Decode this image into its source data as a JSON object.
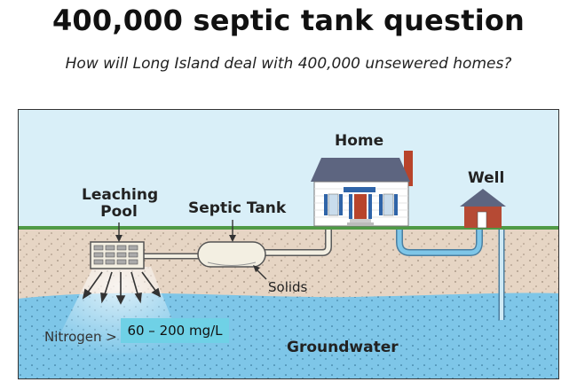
{
  "header": {
    "title": "400,000 septic tank question",
    "subtitle": "How will Long Island deal with 400,000 unsewered homes?"
  },
  "diagram": {
    "labels": {
      "home": "Home",
      "well": "Well",
      "septic_tank": "Septic Tank",
      "leaching_pool_line1": "Leaching",
      "leaching_pool_line2": "Pool",
      "solids": "Solids",
      "nitrogen": "Nitrogen >",
      "nitrogen_concentration": "60 – 200 mg/L",
      "groundwater": "Groundwater"
    },
    "colors": {
      "sky": "#d9eff8",
      "soil": "#e6d5c4",
      "groundwater": "#7ec6e8",
      "grass": "#4f9a46",
      "house_wall": "#ffffff",
      "roof": "#5d6580",
      "door": "#b8442b",
      "shutter": "#2f64a8",
      "well_house": "#b64a34",
      "pipe_to_well": "#7ec6e8",
      "concentration_box": "#6fd1e6"
    }
  }
}
